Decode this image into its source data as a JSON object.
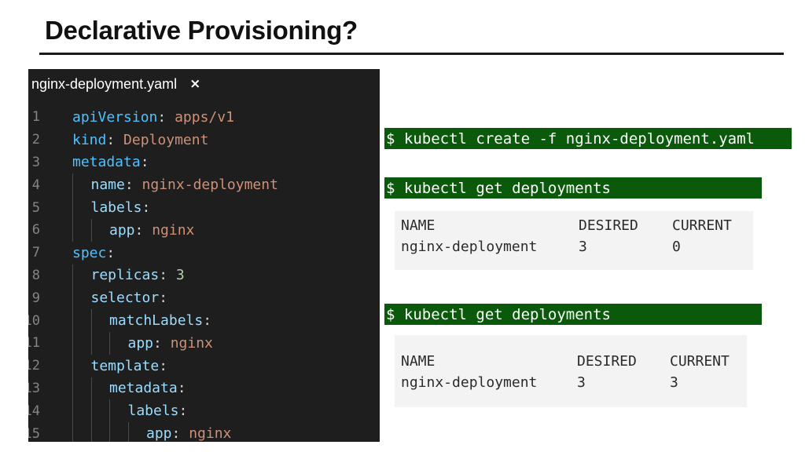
{
  "slide": {
    "title": "Declarative Provisioning?"
  },
  "editor": {
    "tab_name": "nginx-deployment.yaml",
    "tab_close_icon": "×",
    "lines": [
      {
        "num": "1",
        "indent": 0,
        "key": "apiVersion",
        "value": "apps/v1",
        "vtype": "str"
      },
      {
        "num": "2",
        "indent": 0,
        "key": "kind",
        "value": "Deployment",
        "vtype": "str"
      },
      {
        "num": "3",
        "indent": 0,
        "key": "metadata",
        "value": "",
        "vtype": ""
      },
      {
        "num": "4",
        "indent": 1,
        "key": "name",
        "value": "nginx-deployment",
        "vtype": "str"
      },
      {
        "num": "5",
        "indent": 1,
        "key": "labels",
        "value": "",
        "vtype": ""
      },
      {
        "num": "6",
        "indent": 2,
        "key": "app",
        "value": "nginx",
        "vtype": "str"
      },
      {
        "num": "7",
        "indent": 0,
        "key": "spec",
        "value": "",
        "vtype": ""
      },
      {
        "num": "8",
        "indent": 1,
        "key": "replicas",
        "value": "3",
        "vtype": "num"
      },
      {
        "num": "9",
        "indent": 1,
        "key": "selector",
        "value": "",
        "vtype": ""
      },
      {
        "num": "10",
        "indent": 2,
        "key": "matchLabels",
        "value": "",
        "vtype": ""
      },
      {
        "num": "11",
        "indent": 3,
        "key": "app",
        "value": "nginx",
        "vtype": "str"
      },
      {
        "num": "12",
        "indent": 1,
        "key": "template",
        "value": "",
        "vtype": ""
      },
      {
        "num": "13",
        "indent": 2,
        "key": "metadata",
        "value": "",
        "vtype": ""
      },
      {
        "num": "14",
        "indent": 3,
        "key": "labels",
        "value": "",
        "vtype": ""
      },
      {
        "num": "15",
        "indent": 4,
        "key": "app",
        "value": "nginx",
        "vtype": "str"
      }
    ]
  },
  "commands": {
    "create": "$ kubectl create -f nginx-deployment.yaml",
    "get_first": "$ kubectl get deployments",
    "get_second": "$ kubectl get deployments"
  },
  "outputs": {
    "first": {
      "headers": [
        "NAME",
        "DESIRED",
        "CURRENT"
      ],
      "row": [
        "nginx-deployment",
        "3",
        "0"
      ]
    },
    "second": {
      "headers": [
        "NAME",
        "DESIRED",
        "CURRENT"
      ],
      "row": [
        "nginx-deployment",
        "3",
        "3"
      ]
    }
  },
  "colors": {
    "editor_bg": "#1e1e1e",
    "command_bg": "#0b5a0b",
    "output_bg": "#f3f3f3"
  }
}
